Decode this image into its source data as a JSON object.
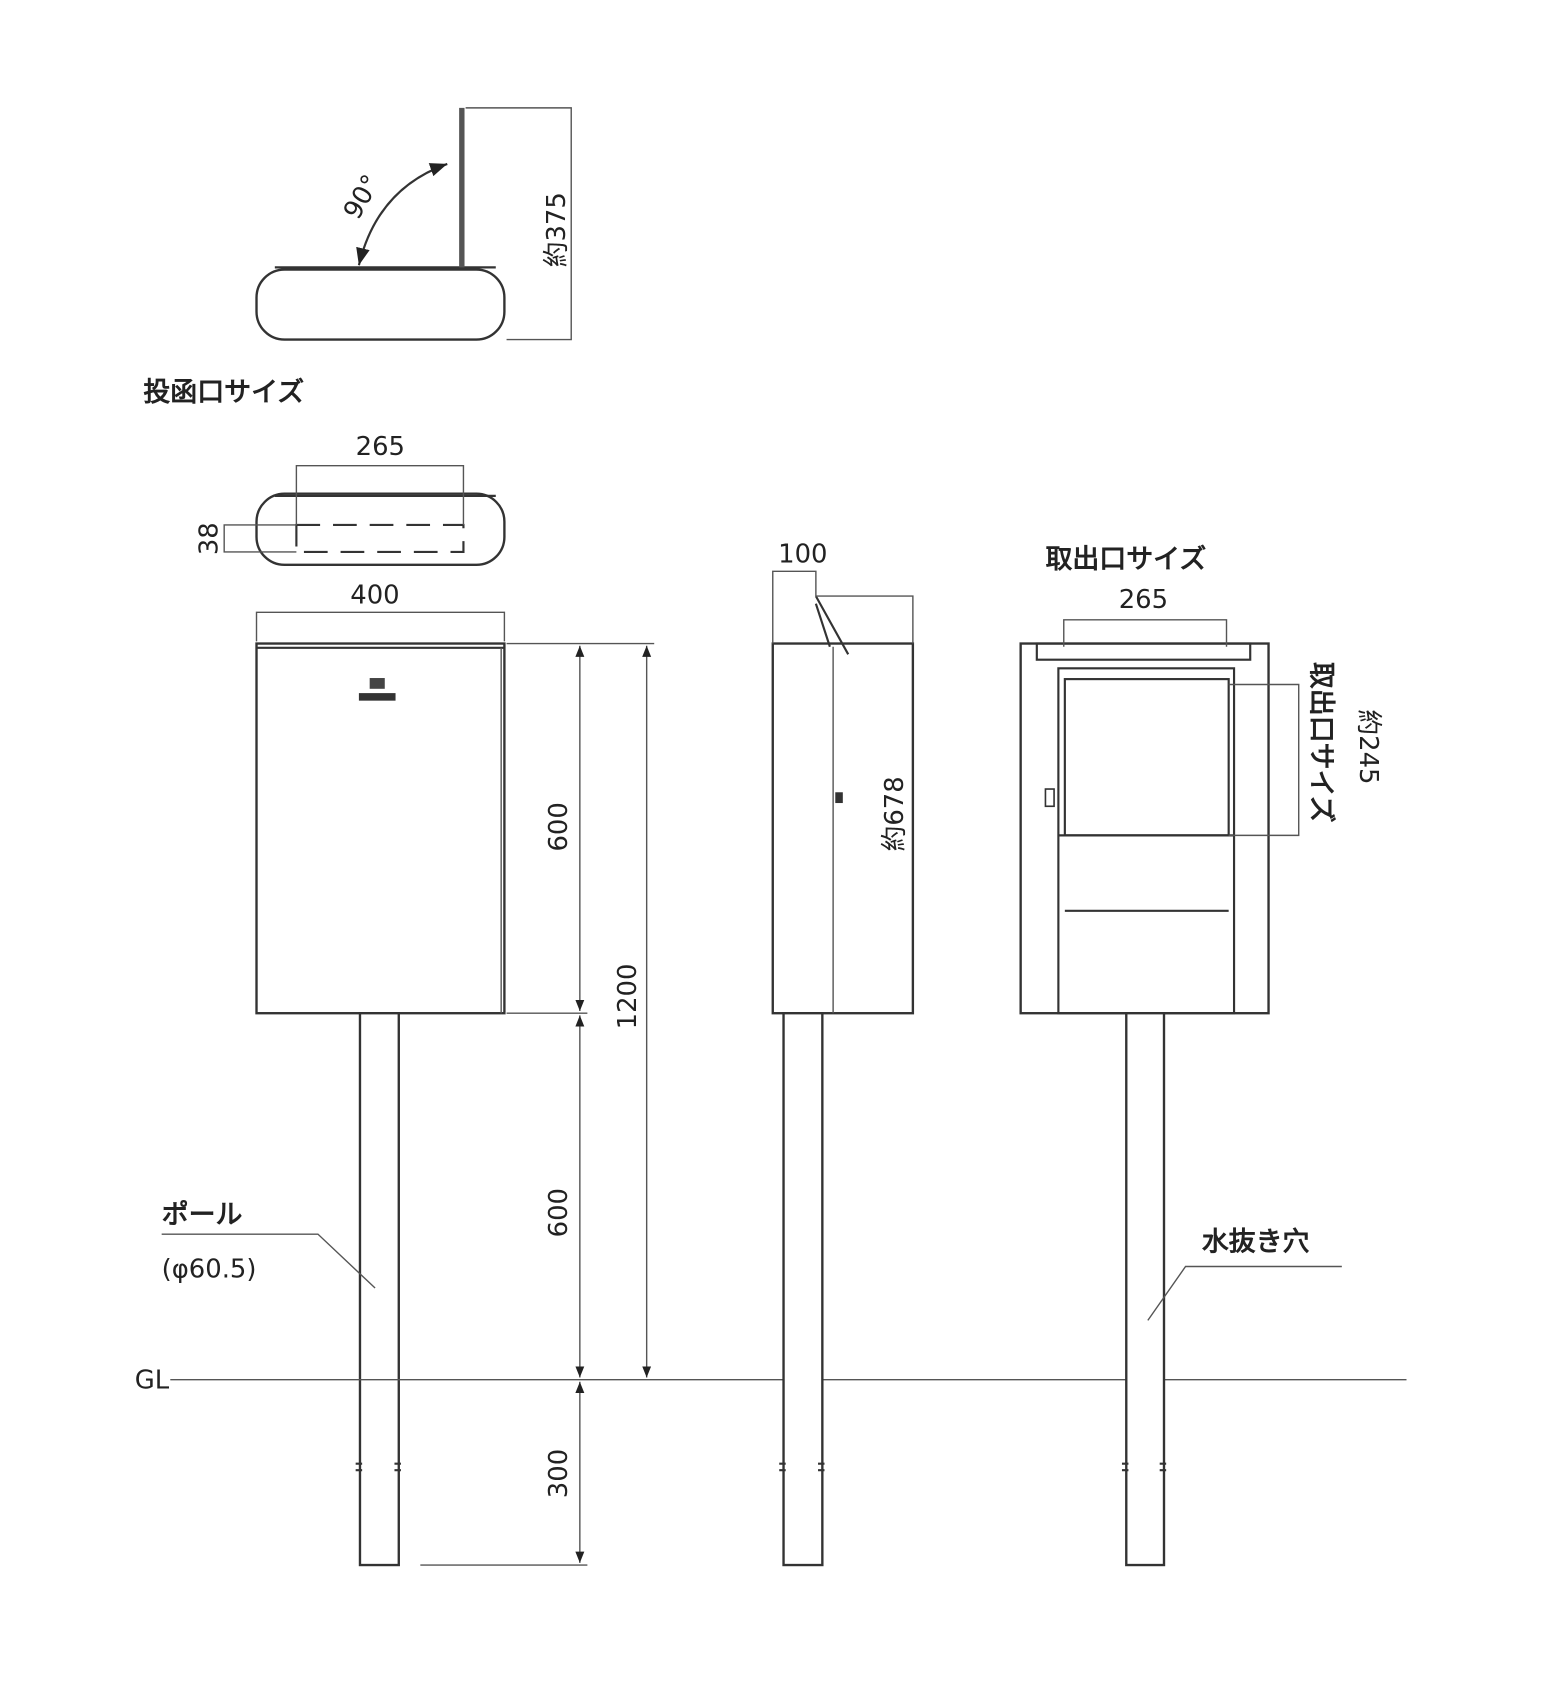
{
  "top_view": {
    "angle_label": "90°",
    "height_label": "約375"
  },
  "insert_slot": {
    "title": "投函口サイズ",
    "width_label": "265",
    "height_label": "38",
    "body_width_label": "400"
  },
  "front_view": {
    "upper_label": "600",
    "lower_label": "600",
    "total_label": "1200",
    "buried_label": "300",
    "pole_label": "ポール",
    "pole_diameter_label": "(φ60.5)",
    "ground_label": "GL"
  },
  "side_view": {
    "depth_label": "100",
    "open_height_label": "約678"
  },
  "back_view": {
    "title": "取出口サイズ",
    "width_label": "265",
    "side_title": "取出口サイズ",
    "height_label": "約245",
    "drain_label": "水抜き穴"
  }
}
